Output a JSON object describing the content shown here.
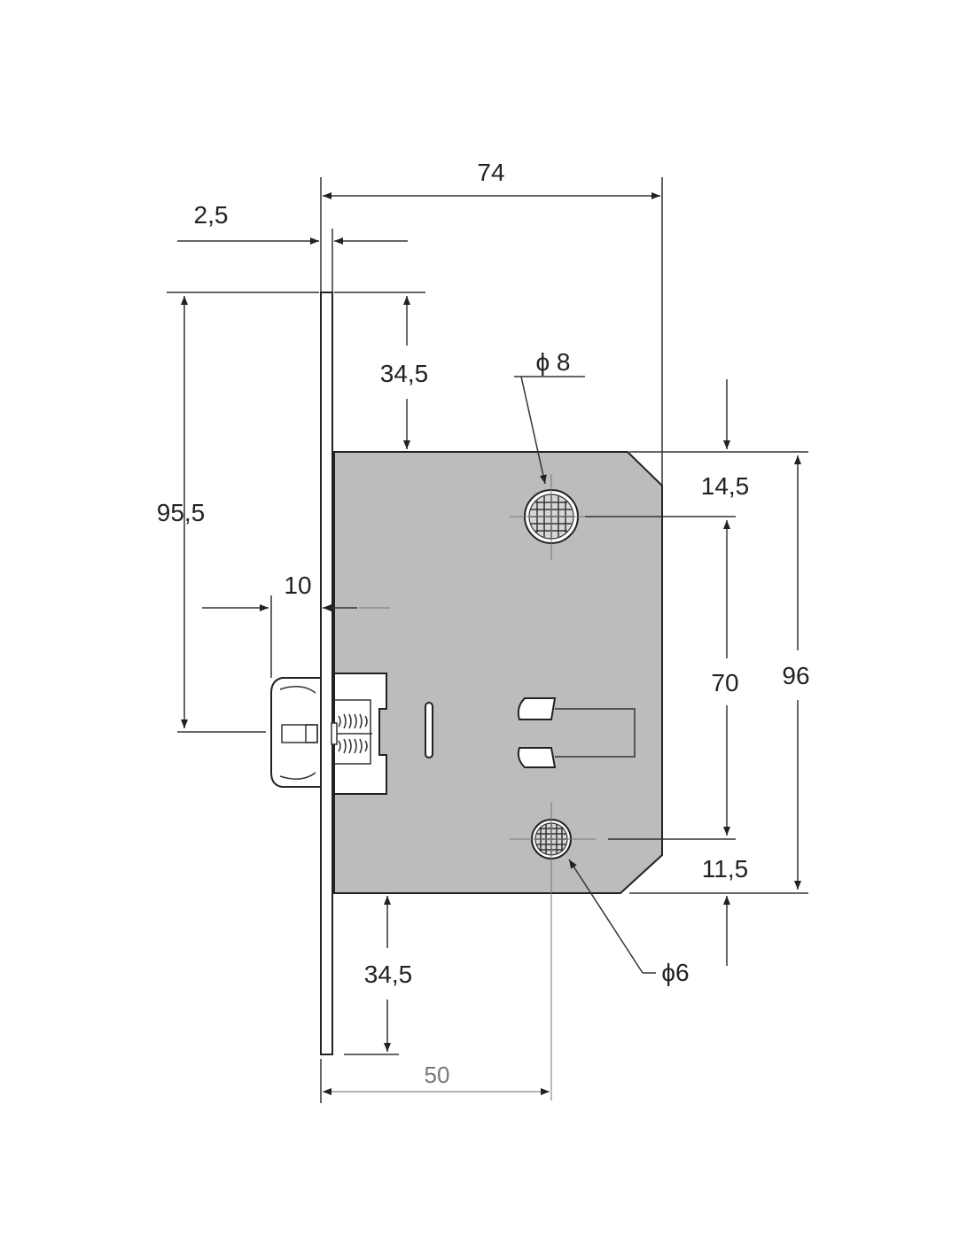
{
  "colors": {
    "body_fill": "#bcbcbc",
    "line": "#333333",
    "faceplate_fill": "#ffffff",
    "hole_fill": "#d6d6d6"
  },
  "dimensions": {
    "total_depth": "74",
    "faceplate_thickness": "2,5",
    "top_offset": "34,5",
    "bottom_offset": "34,5",
    "latch_length": "95,5",
    "latch_projection": "10",
    "top_hole_diameter": "ϕ 8",
    "bottom_hole_diameter": "ϕ6",
    "top_hole_offset": "14,5",
    "hole_spacing": "70",
    "bottom_hole_offset": "11,5",
    "body_height": "96",
    "backset": "50"
  }
}
